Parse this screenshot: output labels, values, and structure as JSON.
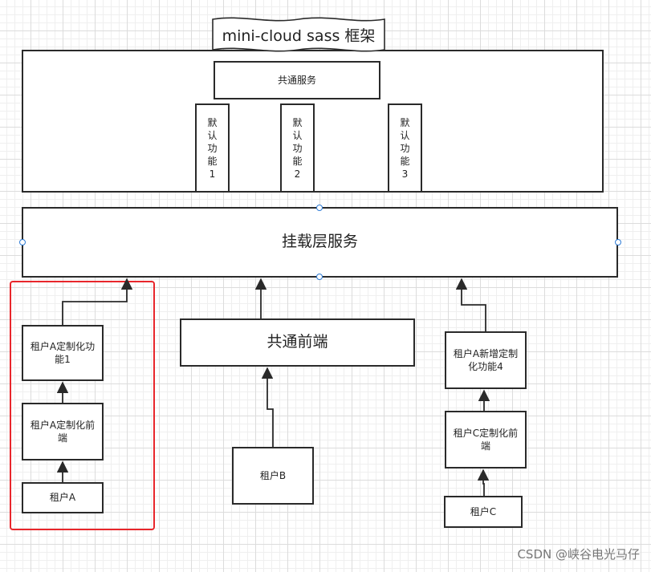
{
  "diagram": {
    "framework_title": "mini-cloud sass 框架",
    "common_service": "共通服务",
    "default_features": [
      {
        "label": "默认功能1"
      },
      {
        "label": "默认功能2"
      },
      {
        "label": "默认功能3"
      }
    ],
    "mount_layer": "挂载层服务",
    "tenant_a": {
      "custom_feature": "租户A定制化功能1",
      "custom_frontend": "租户A定制化前端",
      "tenant": "租户A"
    },
    "common_frontend": "共通前端",
    "tenant_b": "租户B",
    "tenant_c": {
      "new_feature": "租户A新增定制化功能4",
      "custom_frontend": "租户C定制化前端",
      "tenant": "租户C"
    },
    "colors": {
      "highlight_border": "#e8262b",
      "selection_handle": "#2d7bd6",
      "stroke": "#2a2a2a"
    }
  },
  "watermark": "CSDN @峡谷电光马仔"
}
